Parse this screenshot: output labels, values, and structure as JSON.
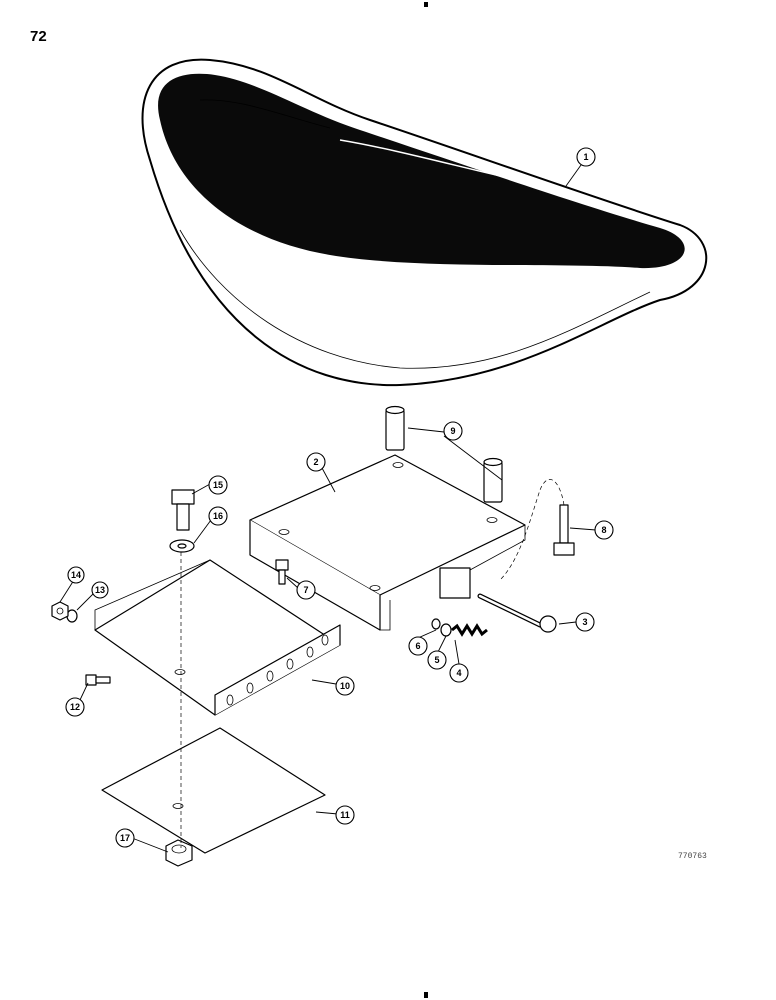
{
  "page": {
    "page_number": "72",
    "drawing_code": "770763"
  },
  "callouts": [
    {
      "id": "1",
      "label": "1"
    },
    {
      "id": "2",
      "label": "2"
    },
    {
      "id": "3",
      "label": "3"
    },
    {
      "id": "4",
      "label": "4"
    },
    {
      "id": "5",
      "label": "5"
    },
    {
      "id": "6",
      "label": "6"
    },
    {
      "id": "7",
      "label": "7"
    },
    {
      "id": "8",
      "label": "8"
    },
    {
      "id": "9",
      "label": "9"
    },
    {
      "id": "10",
      "label": "10"
    },
    {
      "id": "11",
      "label": "11"
    },
    {
      "id": "12",
      "label": "12"
    },
    {
      "id": "13",
      "label": "13"
    },
    {
      "id": "14",
      "label": "14"
    },
    {
      "id": "15",
      "label": "15"
    },
    {
      "id": "16",
      "label": "16"
    },
    {
      "id": "17",
      "label": "17"
    }
  ]
}
